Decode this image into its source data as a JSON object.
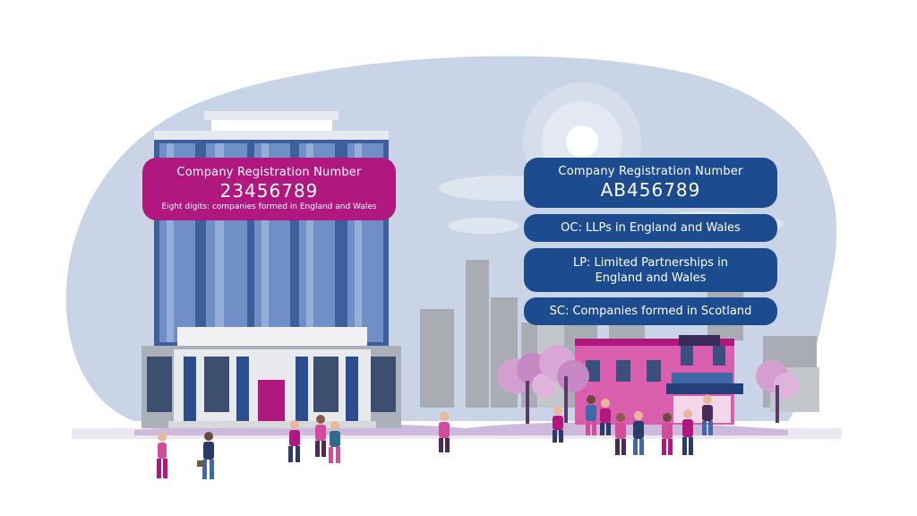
{
  "uk_number": {
    "label": "Company Registration Number",
    "value": "23456789",
    "note": "Eight digits: companies formed in England and Wales"
  },
  "prefixed_number": {
    "label": "Company Registration Number",
    "value": "AB456789"
  },
  "prefixes": [
    {
      "text": "OC: LLPs in England and Wales"
    },
    {
      "line1": "LP: Limited Partnerships in",
      "line2": "England and Wales"
    },
    {
      "text": "SC: Companies formed in Scotland"
    }
  ],
  "colors": {
    "magenta": "#b0187f",
    "navy": "#1d4b8f",
    "sky": "#c8d3e6"
  }
}
